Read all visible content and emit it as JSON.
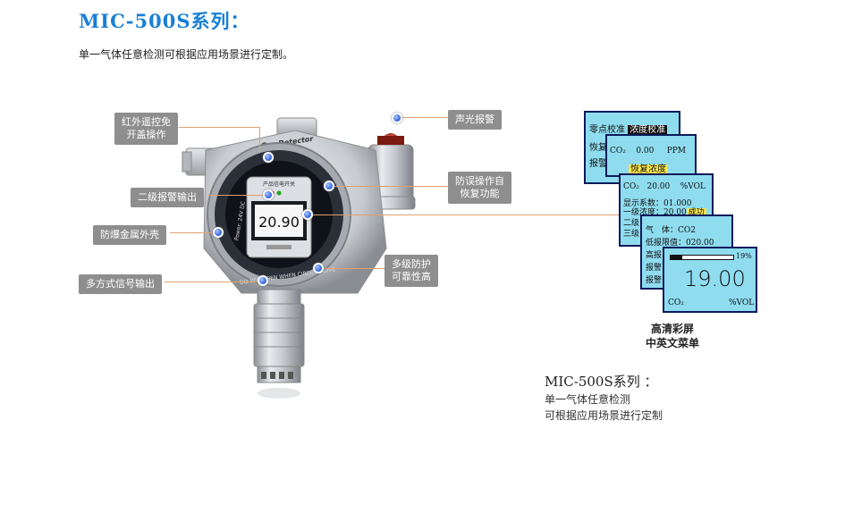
{
  "header": {
    "title": "MIC-500S系列：",
    "subtitle": "单一气体任意检测可根据应用场景进行定制。"
  },
  "callouts": {
    "ir_remote": [
      "红外遥控免",
      "开盖操作"
    ],
    "sound_light": "声光报警",
    "second_alarm": "二级报警输出",
    "anti_misop": [
      "防误操作自",
      "恢复功能"
    ],
    "explosion_shell": "防爆金属外壳",
    "protection": [
      "多级防护",
      "可靠性高"
    ],
    "signal_output": "多方式信号输出"
  },
  "device": {
    "brand": "Gas Detector",
    "display_value": "20.90",
    "panel_text": "产品信电开关",
    "ring_text_left": "Power: 24V DC",
    "ring_text_bottom": "DO NOT OPEN WHEN CIRCUIT ALIVE"
  },
  "screens": {
    "s1": {
      "r1a": "零点校准",
      "r1b": "浓度校准",
      "r2": "恢复",
      "r3": "报警"
    },
    "s2": {
      "gas": "CO₂",
      "val": "0.00",
      "unit": "PPM",
      "restore": "恢复浓度"
    },
    "s3": {
      "gas": "CO₂",
      "val": "20.00",
      "unit": "%VOL",
      "r2": "显示系数：01.000",
      "r3a": "一级浓度：20.00",
      "r3b": "成功",
      "r4": "二级",
      "r5": "三级"
    },
    "s4": {
      "r1": "气　体：CO2",
      "r2": "低报限值：020.00",
      "r3": "高报",
      "r4": "报警",
      "r5": "报警"
    },
    "s5": {
      "bar_pct": "19%",
      "value": "19.00",
      "gas": "CO₂",
      "unit": "%VOL"
    }
  },
  "caption": [
    "高清彩屏",
    "中英文菜单"
  ],
  "footer": {
    "model": "MIC-500S系列 ：",
    "line1": "单一气体任意检测",
    "line2": "可根据应用场景进行定制"
  }
}
